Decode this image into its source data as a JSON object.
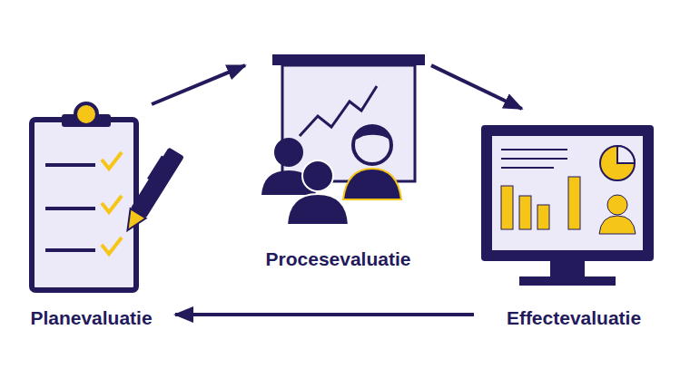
{
  "diagram": {
    "nodes": [
      {
        "text": [
          "Procesevaluatie"
        ]
      },
      {
        "text": [
          "Planevaluatie"
        ]
      },
      {
        "text": [
          "Effectevaluatie"
        ]
      }
    ],
    "edges": [
      {
        "from": 1,
        "to": 0,
        "arrow": "to"
      },
      {
        "from": 0,
        "to": 2,
        "arrow": "to"
      },
      {
        "from": 2,
        "to": 1,
        "arrow": "to"
      }
    ]
  }
}
